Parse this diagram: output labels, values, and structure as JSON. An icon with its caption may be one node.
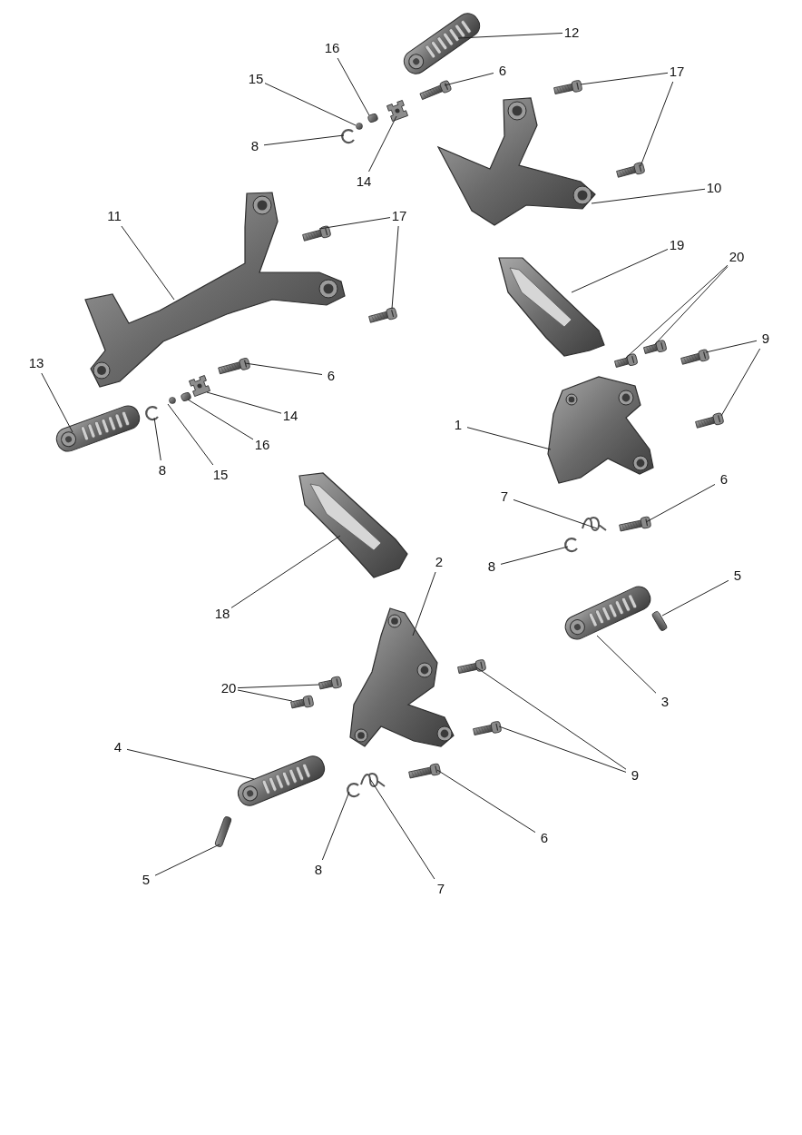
{
  "diagram": {
    "nodes": [
      {
        "text": [
          "12"
        ]
      },
      {
        "text": [
          "16"
        ]
      },
      {
        "text": [
          "6"
        ]
      },
      {
        "text": [
          "17"
        ]
      },
      {
        "text": [
          "15"
        ]
      },
      {
        "text": [
          "8"
        ]
      },
      {
        "text": [
          "14"
        ]
      },
      {
        "text": [
          "10"
        ]
      },
      {
        "text": [
          "11"
        ]
      },
      {
        "text": [
          "17"
        ]
      },
      {
        "text": [
          "19"
        ]
      },
      {
        "text": [
          "20"
        ]
      },
      {
        "text": [
          "9"
        ]
      },
      {
        "text": [
          "13"
        ]
      },
      {
        "text": [
          "6"
        ]
      },
      {
        "text": [
          "14"
        ]
      },
      {
        "text": [
          "16"
        ]
      },
      {
        "text": [
          "1"
        ]
      },
      {
        "text": [
          "8"
        ]
      },
      {
        "text": [
          "15"
        ]
      },
      {
        "text": [
          "6"
        ]
      },
      {
        "text": [
          "7"
        ]
      },
      {
        "text": [
          "8"
        ]
      },
      {
        "text": [
          "2"
        ]
      },
      {
        "text": [
          "5"
        ]
      },
      {
        "text": [
          "18"
        ]
      },
      {
        "text": [
          "20"
        ]
      },
      {
        "text": [
          "3"
        ]
      },
      {
        "text": [
          "4"
        ]
      },
      {
        "text": [
          "9"
        ]
      },
      {
        "text": [
          "6"
        ]
      },
      {
        "text": [
          "5"
        ]
      },
      {
        "text": [
          "8"
        ]
      },
      {
        "text": [
          "7"
        ]
      },
      {
        "text": [],
        "shape": "picture"
      },
      {
        "text": [],
        "shape": "picture"
      },
      {
        "text": [],
        "shape": "picture"
      },
      {
        "text": [],
        "shape": "picture"
      },
      {
        "text": [],
        "shape": "picture"
      },
      {
        "text": [],
        "shape": "picture"
      },
      {
        "text": [],
        "shape": "picture"
      },
      {
        "text": [],
        "shape": "picture"
      },
      {
        "text": [],
        "shape": "picture"
      },
      {
        "text": [],
        "shape": "picture"
      },
      {
        "text": [],
        "shape": "picture"
      },
      {
        "text": [],
        "shape": "picture"
      },
      {
        "text": [],
        "shape": "picture"
      },
      {
        "text": [],
        "shape": "picture"
      },
      {
        "text": [],
        "shape": "picture"
      },
      {
        "text": [],
        "shape": "picture"
      },
      {
        "text": [],
        "shape": "picture"
      },
      {
        "text": [],
        "shape": "picture"
      },
      {
        "text": [],
        "shape": "picture"
      },
      {
        "text": [],
        "shape": "picture"
      },
      {
        "text": [],
        "shape": "picture"
      },
      {
        "text": [],
        "shape": "picture"
      },
      {
        "text": [],
        "shape": "picture"
      },
      {
        "text": [],
        "shape": "picture"
      },
      {
        "text": [],
        "shape": "picture"
      },
      {
        "text": [],
        "shape": "picture"
      },
      {
        "text": [],
        "shape": "picture"
      },
      {
        "text": [],
        "shape": "picture"
      },
      {
        "text": [],
        "shape": "picture"
      },
      {
        "text": [],
        "shape": "picture"
      },
      {
        "text": [],
        "shape": "picture"
      },
      {
        "text": [],
        "shape": "picture"
      },
      {
        "text": [],
        "shape": "picture"
      },
      {
        "text": [],
        "shape": "picture"
      },
      {
        "text": [],
        "shape": "picture"
      },
      {
        "text": [],
        "shape": "picture"
      },
      {
        "text": [],
        "shape": "picture"
      },
      {
        "text": [],
        "shape": "picture"
      },
      {
        "text": [],
        "shape": "picture"
      },
      {
        "text": [],
        "shape": "picture"
      }
    ],
    "edges": [
      {
        "from": 0,
        "to": 34,
        "arrow": "none"
      },
      {
        "from": 1,
        "to": 35,
        "arrow": "none"
      },
      {
        "from": 2,
        "to": 36,
        "arrow": "none"
      },
      {
        "from": 3,
        "to": 37,
        "arrow": "none"
      },
      {
        "from": 3,
        "to": 38,
        "arrow": "none"
      },
      {
        "from": 4,
        "to": 39,
        "arrow": "none"
      },
      {
        "from": 5,
        "to": 40,
        "arrow": "none"
      },
      {
        "from": 6,
        "to": 41,
        "arrow": "none"
      },
      {
        "from": 7,
        "to": 42,
        "arrow": "none"
      },
      {
        "from": 8,
        "to": 43,
        "arrow": "none"
      },
      {
        "from": 9,
        "to": 44,
        "arrow": "none"
      },
      {
        "from": 9,
        "to": 45,
        "arrow": "none"
      },
      {
        "from": 10,
        "to": 46,
        "arrow": "none"
      },
      {
        "from": 11,
        "to": 47,
        "arrow": "none"
      },
      {
        "from": 11,
        "to": 48,
        "arrow": "none"
      },
      {
        "from": 12,
        "to": 49,
        "arrow": "none"
      },
      {
        "from": 12,
        "to": 50,
        "arrow": "none"
      },
      {
        "from": 13,
        "to": 51,
        "arrow": "none"
      },
      {
        "from": 14,
        "to": 52,
        "arrow": "none"
      },
      {
        "from": 15,
        "to": 53,
        "arrow": "none"
      },
      {
        "from": 16,
        "to": 54,
        "arrow": "none"
      },
      {
        "from": 17,
        "to": 55,
        "arrow": "none"
      },
      {
        "from": 18,
        "to": 56,
        "arrow": "none"
      },
      {
        "from": 19,
        "to": 57,
        "arrow": "none"
      },
      {
        "from": 20,
        "to": 58,
        "arrow": "none"
      },
      {
        "from": 21,
        "to": 59,
        "arrow": "none"
      },
      {
        "from": 22,
        "to": 60,
        "arrow": "none"
      },
      {
        "from": 23,
        "to": 61,
        "arrow": "none"
      },
      {
        "from": 24,
        "to": 62,
        "arrow": "none"
      },
      {
        "from": 25,
        "to": 63,
        "arrow": "none"
      },
      {
        "from": 26,
        "to": 64,
        "arrow": "none"
      },
      {
        "from": 26,
        "to": 65,
        "arrow": "none"
      },
      {
        "from": 27,
        "to": 66,
        "arrow": "none"
      },
      {
        "from": 28,
        "to": 67,
        "arrow": "none"
      },
      {
        "from": 29,
        "to": 68,
        "arrow": "none"
      },
      {
        "from": 29,
        "to": 69,
        "arrow": "none"
      },
      {
        "from": 30,
        "to": 70,
        "arrow": "none"
      },
      {
        "from": 31,
        "to": 71,
        "arrow": "none"
      },
      {
        "from": 32,
        "to": 72,
        "arrow": "none"
      },
      {
        "from": 33,
        "to": 73,
        "arrow": "none"
      }
    ]
  }
}
